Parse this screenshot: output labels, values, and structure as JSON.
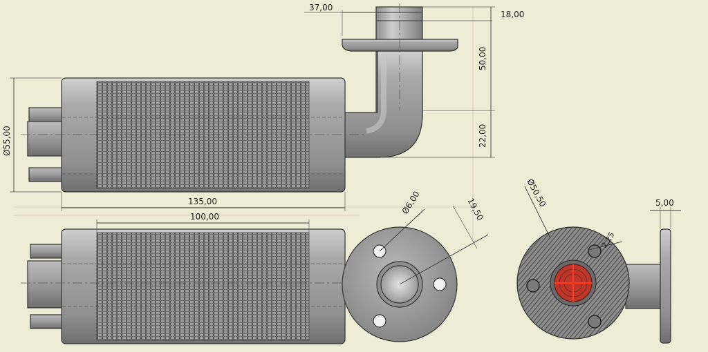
{
  "dimensions": {
    "d_37": "37,00",
    "d_18": "18,00",
    "d_50": "50,00",
    "d_22": "22,00",
    "d_dia55": "Ø55,00",
    "d_135": "135,00",
    "d_100": "100,00",
    "d_dia6": "Ø6,00",
    "d_19_5": "19,50",
    "d_dia50_5": "Ø50,50",
    "d_5": "5,00",
    "d_2_25": "2,25"
  },
  "colors": {
    "background": "#ededd6",
    "metal": "#a8a8a8",
    "fin_dark": "#5a5a5a",
    "core_red": "#d2331e",
    "core_ring": "#7a2a1e"
  }
}
